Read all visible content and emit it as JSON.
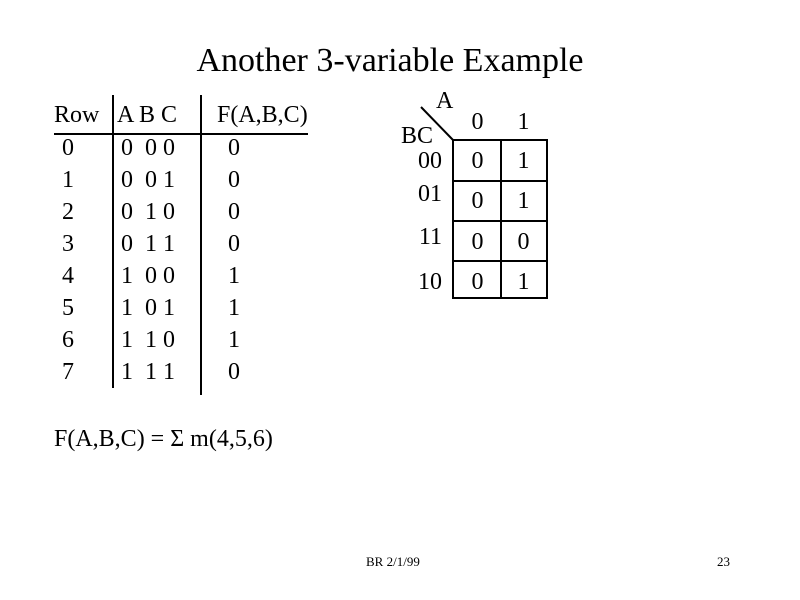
{
  "slide": {
    "title": "Another 3-variable Example",
    "equation": "F(A,B,C) = Σ m(4,5,6)",
    "footer_center": "BR 2/1/99",
    "page_number": "23"
  },
  "truth_table": {
    "headers": {
      "row": "Row",
      "inputs": "A B C",
      "output": "F(A,B,C)"
    },
    "rows": [
      {
        "row": "0",
        "abc": "0  0 0",
        "f": "0"
      },
      {
        "row": "1",
        "abc": "0  0 1",
        "f": "0"
      },
      {
        "row": "2",
        "abc": "0  1 0",
        "f": "0"
      },
      {
        "row": "3",
        "abc": "0  1 1",
        "f": "0"
      },
      {
        "row": "4",
        "abc": "1  0 0",
        "f": "1"
      },
      {
        "row": "5",
        "abc": "1  0 1",
        "f": "1"
      },
      {
        "row": "6",
        "abc": "1  1 0",
        "f": "1"
      },
      {
        "row": "7",
        "abc": "1  1 1",
        "f": "0"
      }
    ]
  },
  "kmap": {
    "col_var": "A",
    "row_var": "BC",
    "col_labels": [
      "0",
      "1"
    ],
    "row_labels": [
      "00",
      "01",
      "11",
      "10"
    ],
    "cells": [
      [
        "0",
        "1"
      ],
      [
        "0",
        "1"
      ],
      [
        "0",
        "0"
      ],
      [
        "0",
        "1"
      ]
    ]
  }
}
